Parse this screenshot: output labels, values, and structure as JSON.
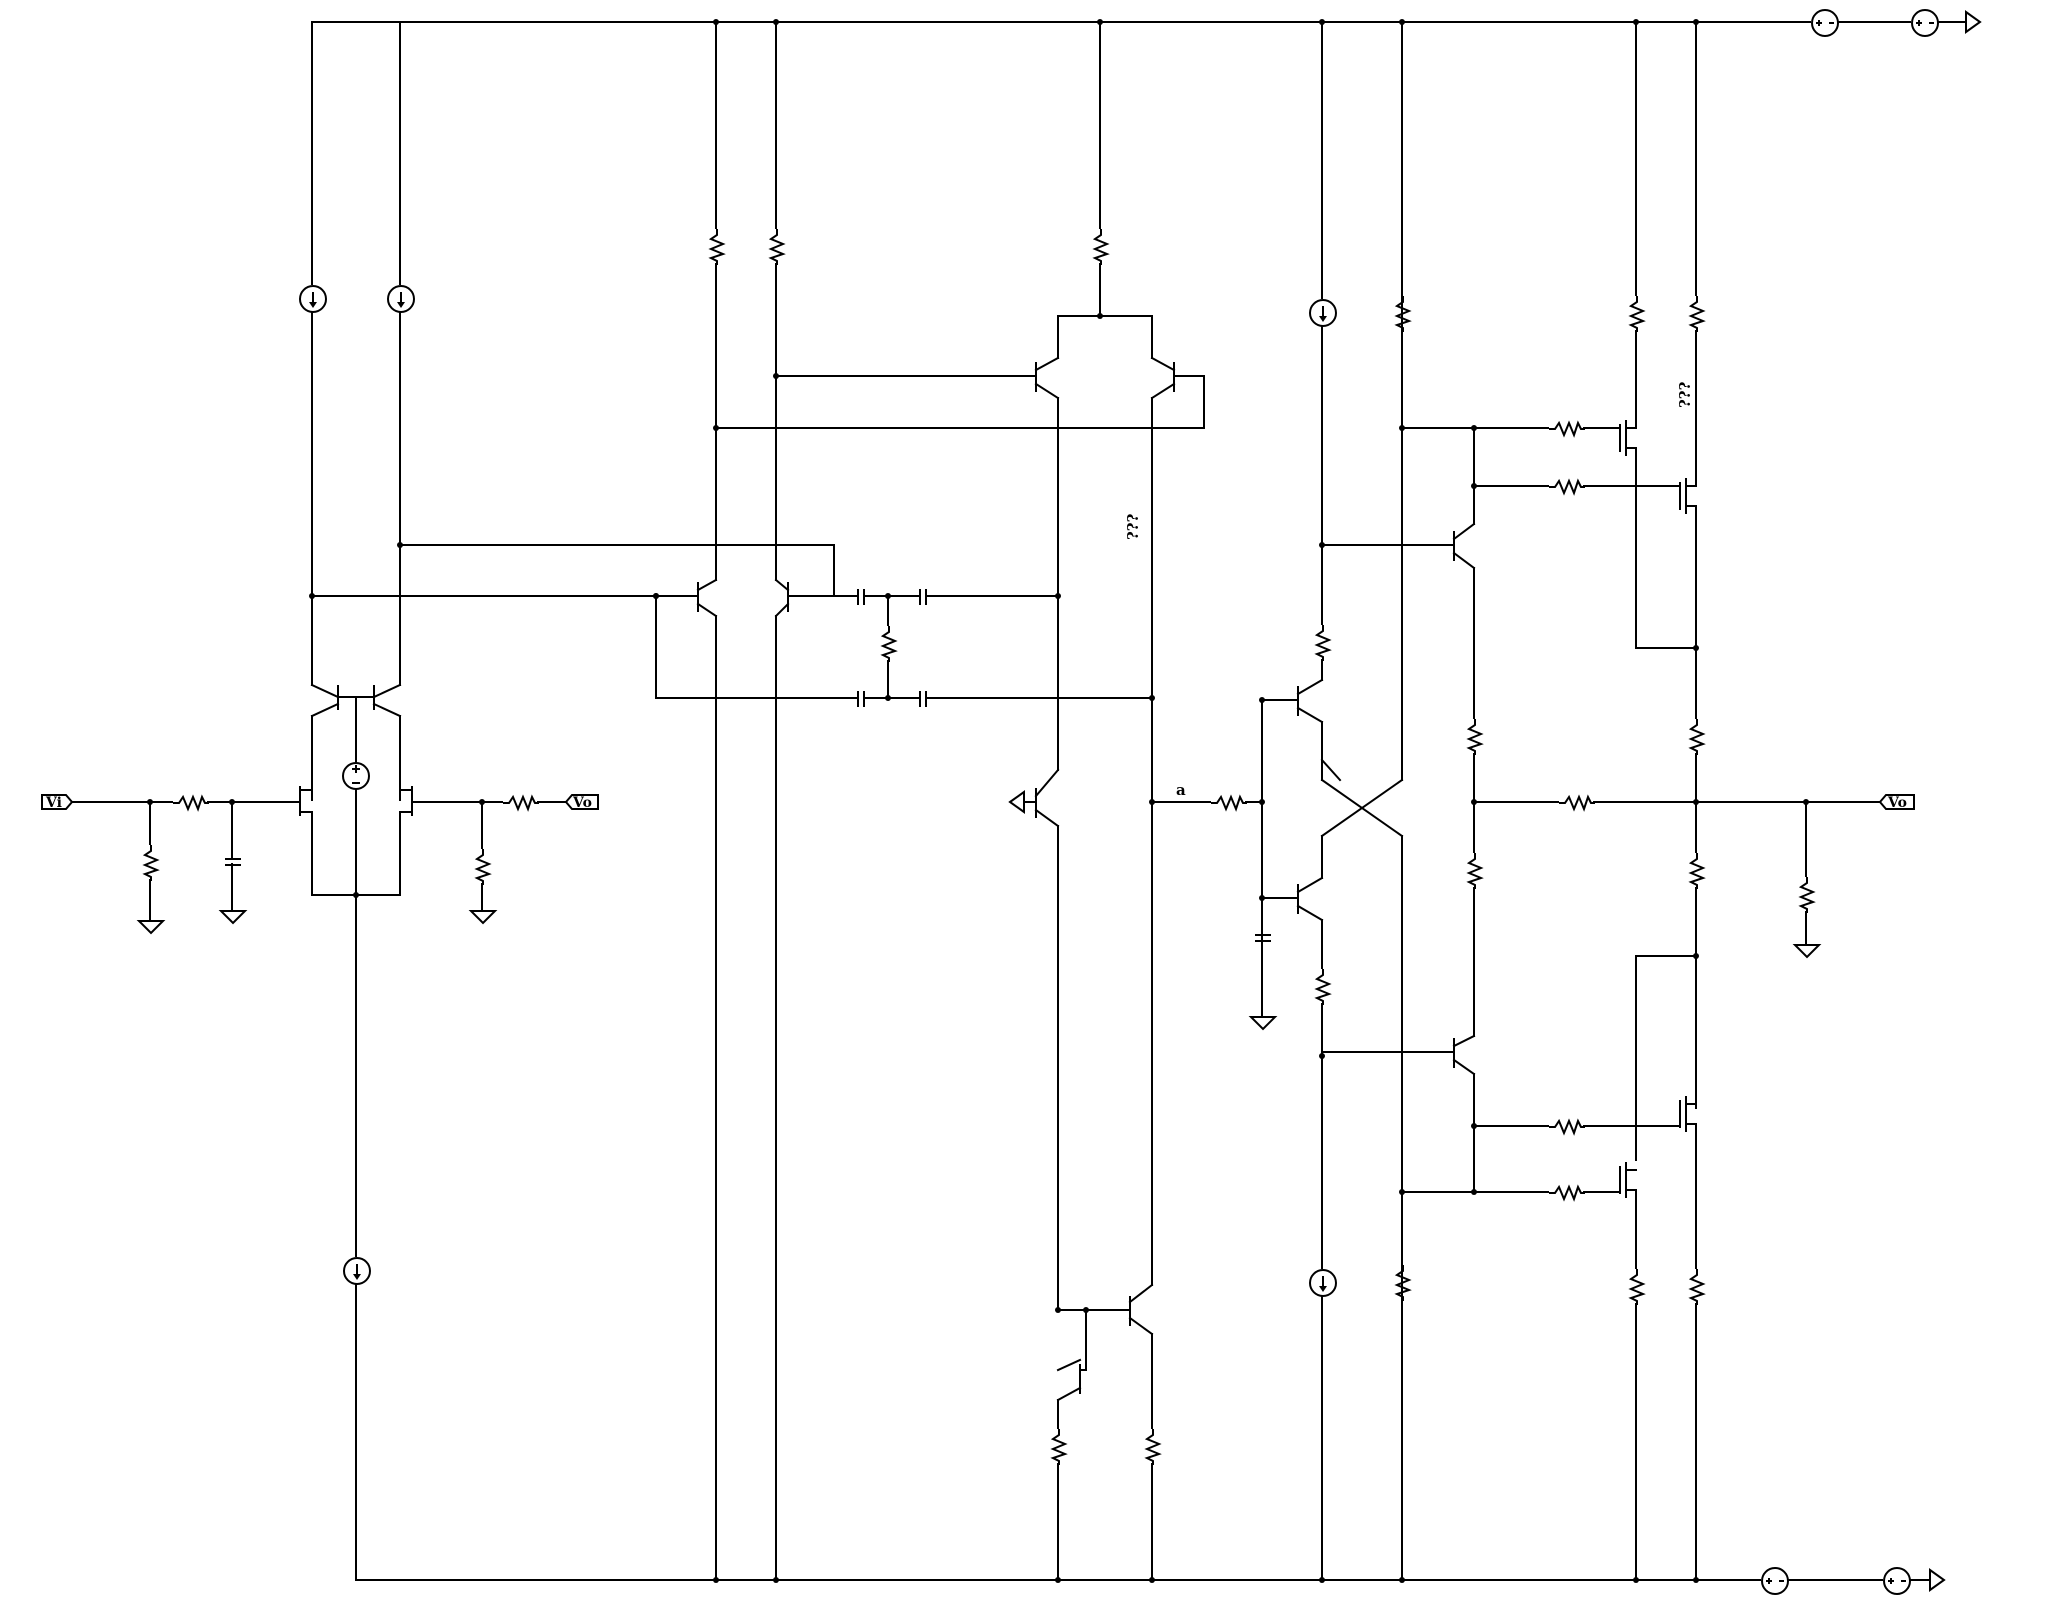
{
  "labels": {
    "input_port": "Vi",
    "feedback_port": "Vo",
    "output_port": "Vo",
    "node_a": "a",
    "unknown_1": "???",
    "unknown_2": "???"
  },
  "colors": {
    "wire": "#000000",
    "background": "#ffffff"
  }
}
